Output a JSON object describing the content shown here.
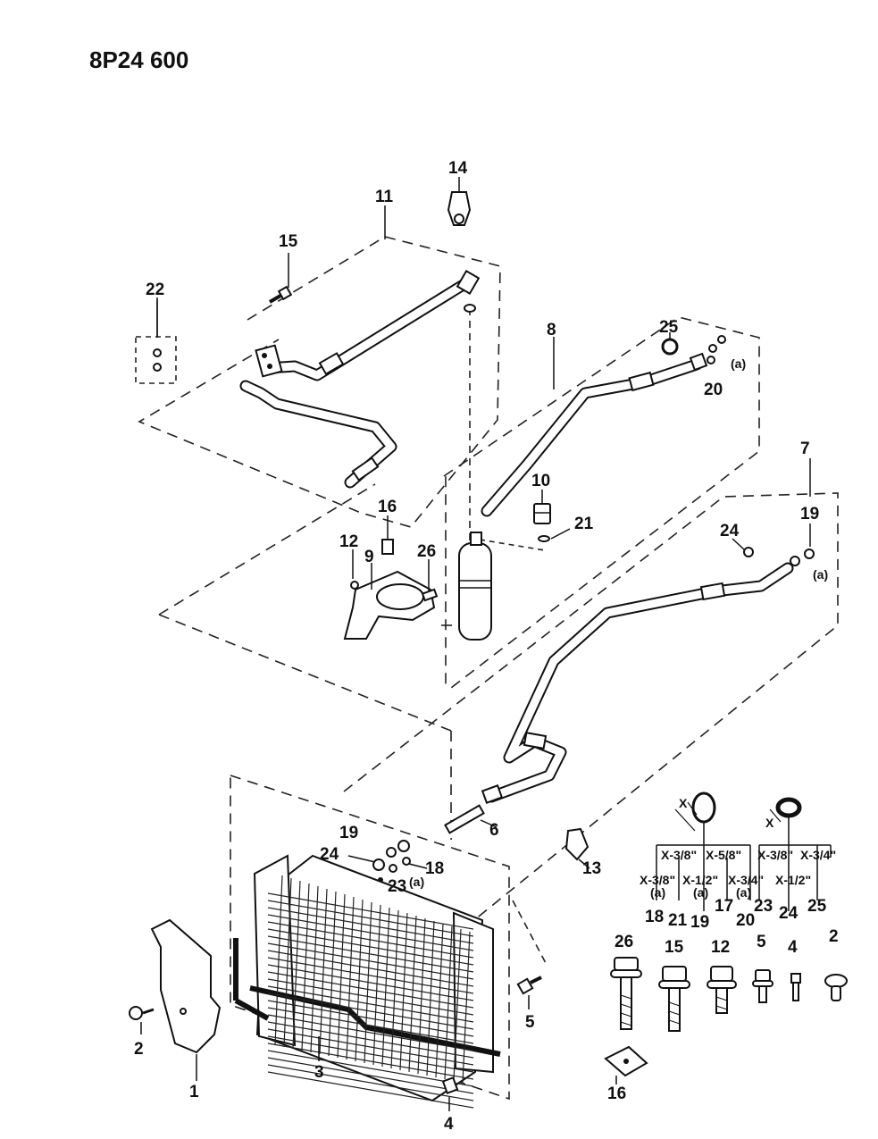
{
  "title": "8P24 600",
  "callouts": {
    "c1": "1",
    "c2": "2",
    "c3": "3",
    "c4": "4",
    "c5": "5",
    "c6": "6",
    "c7": "7",
    "c8": "8",
    "c9": "9",
    "c10": "10",
    "c11": "11",
    "c12": "12",
    "c13": "13",
    "c14": "14",
    "c15": "15",
    "c16": "16",
    "c19": "19",
    "c20": "20",
    "c21": "21",
    "c22": "22",
    "c24": "24",
    "c25": "25",
    "c26": "26",
    "c18": "18",
    "c23": "23",
    "a": "(a)"
  },
  "legend": {
    "x": "X",
    "left_sizes": [
      "X-3/8\"",
      "X-5/8\"",
      "X-3/8\"",
      "X-1/2\"",
      "X-3/4\""
    ],
    "left_marks": [
      "(a)",
      "(a)",
      "(a)"
    ],
    "left_nums": [
      "18",
      "21",
      "19",
      "17",
      "20"
    ],
    "right_sizes": [
      "X-3/8\"",
      "X-3/4\"",
      "X-1/2\""
    ],
    "right_nums": [
      "23",
      "24",
      "25"
    ]
  },
  "hardware": [
    "26",
    "15",
    "12",
    "5",
    "4",
    "2",
    "16"
  ]
}
